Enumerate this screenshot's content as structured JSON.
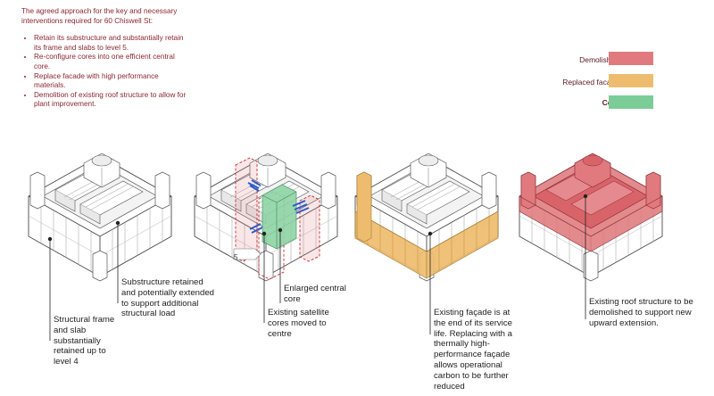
{
  "intro": {
    "heading": "The agreed approach for the key and necessary interventions required for 60 Chiswell St:",
    "bullets": [
      "Retain its substructure and substantially retain its frame and slabs to level 5.",
      "Re-configure cores into one efficient central core.",
      "Replace facade with high performance materials.",
      "Demolition of existing roof structure to allow for plant improvement."
    ]
  },
  "legend": [
    {
      "label": "Demolished",
      "color": "#e07a7e"
    },
    {
      "label": "Replaced facade",
      "color": "#eebc6e"
    },
    {
      "label": "Core",
      "color": "#7ccc98"
    }
  ],
  "diagram": {
    "level_marker": "5"
  },
  "annotations": {
    "structural_frame": "Structural frame and slab substantially retained up to level 4",
    "substructure": "Substructure retained and potentially extended to support  additional structural load",
    "enlarged_core": "Enlarged central core",
    "satellite_cores": "Existing satellite cores moved to  centre",
    "facade": "Existing façade is at the end of  its service life. Replacing with  a thermally high-performance  façade allows operational carbon to be further reduced",
    "roof": "Existing roof structure to be demolished to support new upward extension."
  }
}
